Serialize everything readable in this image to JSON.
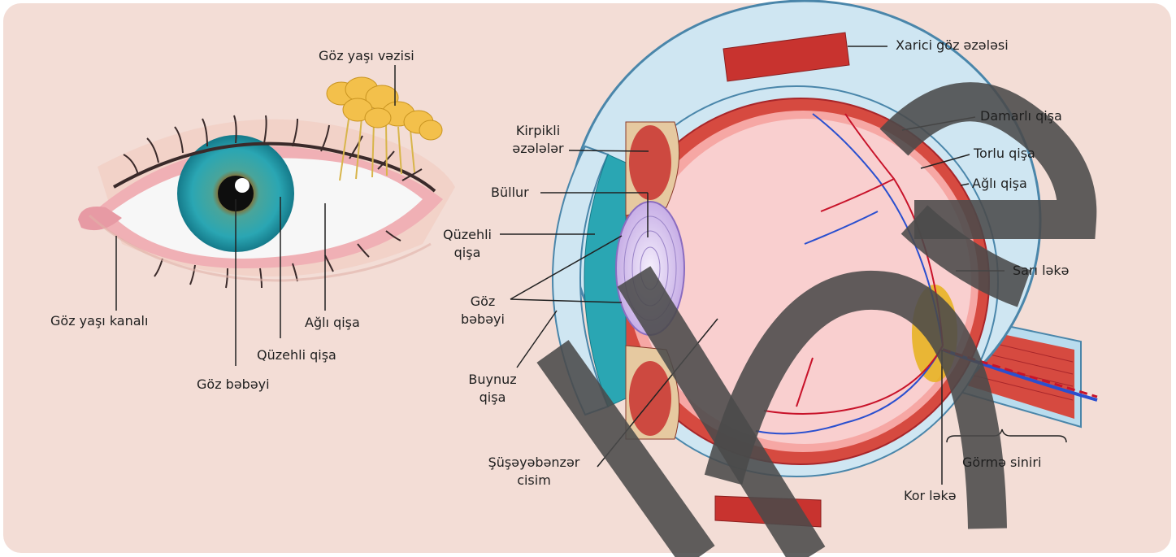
{
  "colors": {
    "background": "#f3ddd6",
    "sclera": "#cfe6f2",
    "sclera_edge": "#4a86aa",
    "choroid": "#c8332f",
    "retina_fill": "#f9cfcf",
    "iris_teal": "#2aa6b3",
    "lens": "#d9c6ef",
    "yellow_spot": "#e6b21a",
    "watermark": "#4a4a4a"
  },
  "external_eye": {
    "labels": {
      "tear_gland": "Göz yaşı vəzisi",
      "tear_duct": "Göz yaşı kanalı",
      "pupil": "Göz bəbəyi",
      "iris": "Qüzehli qişa",
      "sclera": "Ağlı qişa"
    }
  },
  "cross_section": {
    "labels": {
      "external_muscle": "Xarici göz əzələsi",
      "ciliary_muscles_line1": "Kirpikli",
      "ciliary_muscles_line2": "əzələlər",
      "lens": "Büllur",
      "iris_line1": "Qüzehli",
      "iris_line2": "qişa",
      "pupil_line1": "Göz",
      "pupil_line2": "bəbəyi",
      "cornea_line1": "Buynuz",
      "cornea_line2": "qişa",
      "vitreous_line1": "Şüşəyəbənzər",
      "vitreous_line2": "cisim",
      "choroid": "Damarlı qişa",
      "retina": "Torlu qişa",
      "sclera": "Ağlı qişa",
      "yellow_spot": "Sarı ləkə",
      "optic_nerve": "Görmə siniri",
      "blind_spot": "Kor ləkə"
    }
  },
  "icons": {
    "watermark": "circled-letter-watermark-icon"
  }
}
